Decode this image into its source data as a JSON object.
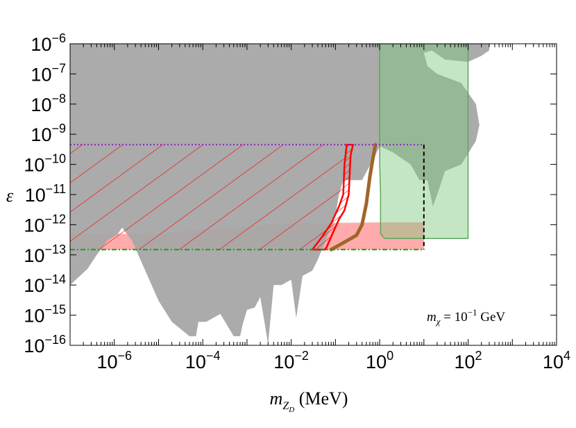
{
  "chart_data": {
    "type": "area",
    "xscale": "log",
    "yscale": "log",
    "xlim": [
      1e-07,
      10000.0
    ],
    "ylim": [
      1e-16,
      1e-06
    ],
    "xlabel": "m_{Z_D} (MeV)",
    "ylabel": "ε",
    "x_ticks": [
      {
        "base": "10",
        "exp": "−6",
        "value": 1e-06
      },
      {
        "base": "10",
        "exp": "−4",
        "value": 0.0001
      },
      {
        "base": "10",
        "exp": "−2",
        "value": 0.01
      },
      {
        "base": "10",
        "exp": "0",
        "value": 1
      },
      {
        "base": "10",
        "exp": "2",
        "value": 100
      },
      {
        "base": "10",
        "exp": "4",
        "value": 10000
      }
    ],
    "y_ticks": [
      {
        "base": "10",
        "exp": "−6",
        "value": 1e-06
      },
      {
        "base": "10",
        "exp": "−7",
        "value": 1e-07
      },
      {
        "base": "10",
        "exp": "−8",
        "value": 1e-08
      },
      {
        "base": "10",
        "exp": "−9",
        "value": 1e-09
      },
      {
        "base": "10",
        "exp": "−10",
        "value": 1e-10
      },
      {
        "base": "10",
        "exp": "−11",
        "value": 1e-11
      },
      {
        "base": "10",
        "exp": "−12",
        "value": 1e-12
      },
      {
        "base": "10",
        "exp": "−13",
        "value": 1e-13
      },
      {
        "base": "10",
        "exp": "−14",
        "value": 1e-14
      },
      {
        "base": "10",
        "exp": "−15",
        "value": 1e-15
      },
      {
        "base": "10",
        "exp": "−16",
        "value": 1e-16
      }
    ],
    "annotation": {
      "lhs": "m",
      "sub": "χ",
      "eq": " = 10",
      "exp": "−1",
      "unit": " GeV"
    },
    "colors": {
      "gray_region": "#a6a6a6",
      "green_region": "#7fc77f",
      "pink_region": "#ff8f8f",
      "hatch": "#ff0000",
      "brown_curve": "#a0652a",
      "purple_line": "#8a1fbf",
      "green_line": "#1aa01a",
      "black_line": "#000000"
    },
    "series": [
      {
        "id": "gray_excluded",
        "kind": "fill",
        "points": [
          [
            1e-07,
            1e-06
          ],
          [
            1e-07,
            1e-14
          ],
          [
            2.5e-07,
            3.5e-14
          ],
          [
            4e-07,
            1e-13
          ],
          [
            7e-07,
            3e-13
          ],
          [
            1.2e-06,
            5e-13
          ],
          [
            1.5e-06,
            8e-13
          ],
          [
            2.5e-06,
            3e-13
          ],
          [
            5e-06,
            3e-14
          ],
          [
            1e-05,
            3e-15
          ],
          [
            2e-05,
            6e-16
          ],
          [
            5e-05,
            2e-16
          ],
          [
            7e-05,
            2e-16
          ],
          [
            8e-05,
            6e-16
          ],
          [
            0.00012,
            6e-16
          ],
          [
            0.00025,
            1.1e-15
          ],
          [
            0.0005,
            2e-16
          ],
          [
            0.0007,
            2e-16
          ],
          [
            0.0008,
            5e-16
          ],
          [
            0.001,
            1.5e-15
          ],
          [
            0.0015,
            1.8e-15
          ],
          [
            0.002,
            4e-15
          ],
          [
            0.003,
            1.1e-16
          ],
          [
            0.004,
            1e-14
          ],
          [
            0.006,
            1e-14
          ],
          [
            0.01,
            1.5e-14
          ],
          [
            0.013,
            8e-16
          ],
          [
            0.018,
            2e-14
          ],
          [
            0.03,
            3e-14
          ],
          [
            0.04,
            7e-14
          ],
          [
            0.06,
            3e-13
          ],
          [
            0.1,
            2e-12
          ],
          [
            0.12,
            1e-11
          ],
          [
            0.15,
            3e-11
          ],
          [
            0.4,
            3e-11
          ],
          [
            0.8,
            2e-10
          ],
          [
            1,
            4e-10
          ],
          [
            2,
            2.5e-10
          ],
          [
            5,
            1e-10
          ],
          [
            8,
            3e-11
          ],
          [
            12.0,
            3e-11
          ],
          [
            16.0,
            4e-12
          ],
          [
            20.0,
            1e-11
          ],
          [
            30.0,
            6e-11
          ],
          [
            70.0,
            1e-10
          ],
          [
            150.0,
            6e-10
          ],
          [
            180.0,
            2e-09
          ],
          [
            150.0,
            1e-08
          ],
          [
            70.0,
            5e-08
          ],
          [
            20.0,
            1e-07
          ],
          [
            12.0,
            1.8e-07
          ],
          [
            10.0,
            5e-07
          ],
          [
            15.0,
            6e-07
          ],
          [
            30.0,
            3e-07
          ],
          [
            100.0,
            2.5e-07
          ],
          [
            200.0,
            4e-07
          ],
          [
            300.0,
            6e-07
          ],
          [
            300.0,
            1e-06
          ]
        ]
      },
      {
        "id": "green_excluded",
        "kind": "fill",
        "points": [
          [
            1,
            1e-06
          ],
          [
            100.0,
            1e-06
          ],
          [
            100.0,
            3.5e-13
          ],
          [
            1.3,
            3.5e-13
          ],
          [
            1.05,
            5e-13
          ],
          [
            1.05,
            1e-11
          ],
          [
            1,
            1e-10
          ]
        ]
      },
      {
        "id": "pink_region",
        "kind": "fill",
        "points": [
          [
            1e-07,
            5e-13
          ],
          [
            1e-05,
            5e-13
          ],
          [
            0.0001,
            7e-13
          ],
          [
            0.001,
            9e-13
          ],
          [
            0.01,
            1.1e-12
          ],
          [
            1,
            1.2e-12
          ],
          [
            10.0,
            1.2e-12
          ],
          [
            10.0,
            1.5e-13
          ],
          [
            1e-07,
            1.5e-13
          ]
        ]
      },
      {
        "id": "hatched_region",
        "kind": "hatch",
        "points": [
          [
            1e-07,
            4.5e-10
          ],
          [
            0.2,
            4.5e-10
          ],
          [
            0.15,
            1e-11
          ],
          [
            0.12,
            2e-12
          ],
          [
            0.08,
            7e-13
          ],
          [
            0.06,
            4e-13
          ],
          [
            0.04,
            1.5e-13
          ],
          [
            1e-07,
            1.5e-13
          ]
        ]
      },
      {
        "id": "red_band",
        "kind": "band",
        "points": [
          [
            0.25,
            4.5e-10
          ],
          [
            0.22,
            2e-10
          ],
          [
            0.2,
            1e-11
          ],
          [
            0.16,
            3e-12
          ],
          [
            0.12,
            1.5e-12
          ],
          [
            0.08,
            4e-13
          ],
          [
            0.06,
            1.5e-13
          ],
          [
            0.03,
            1.5e-13
          ],
          [
            0.05,
            4e-13
          ],
          [
            0.08,
            1.1e-12
          ],
          [
            0.12,
            4e-12
          ],
          [
            0.15,
            1e-11
          ],
          [
            0.16,
            1e-10
          ],
          [
            0.18,
            4.5e-10
          ]
        ]
      },
      {
        "id": "brown_curve",
        "kind": "line",
        "points": [
          [
            0.08,
            1.5e-13
          ],
          [
            0.15,
            2.5e-13
          ],
          [
            0.3,
            4.5e-13
          ],
          [
            0.4,
            1e-12
          ],
          [
            0.5,
            5e-12
          ],
          [
            0.6,
            4e-11
          ],
          [
            0.7,
            1.5e-10
          ],
          [
            0.8,
            4.5e-10
          ]
        ]
      },
      {
        "id": "purple_dotted",
        "kind": "line",
        "points": [
          [
            1e-07,
            4.5e-10
          ],
          [
            10.0,
            4.5e-10
          ]
        ]
      },
      {
        "id": "green_dashdot",
        "kind": "line",
        "points": [
          [
            1e-07,
            1.5e-13
          ],
          [
            10.0,
            1.5e-13
          ]
        ]
      },
      {
        "id": "black_dashed",
        "kind": "line",
        "points": [
          [
            10.0,
            4.5e-10
          ],
          [
            10.0,
            1.5e-13
          ]
        ]
      }
    ]
  }
}
